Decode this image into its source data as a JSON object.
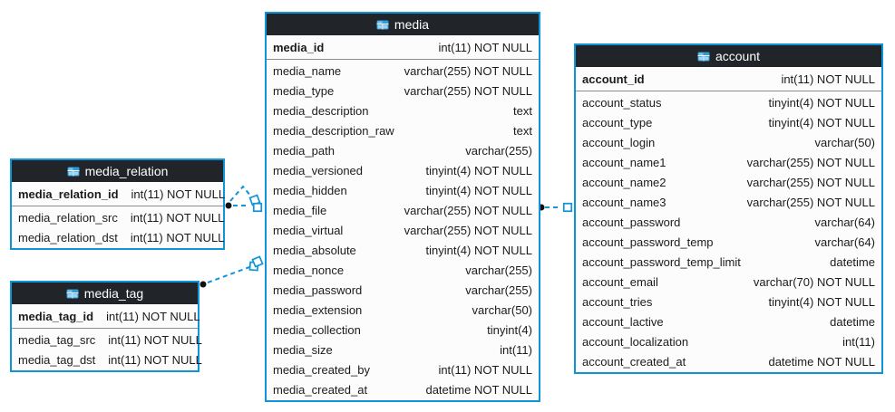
{
  "diagram": {
    "colors": {
      "accent": "#1094d8",
      "header_bg": "#212529",
      "header_text": "#ffffff",
      "row_text": "#1b1b1b",
      "body_bg": "#fcfcfc",
      "divider": "#8d8d8d",
      "dot": "#111111"
    },
    "tables": [
      {
        "title": "media_relation",
        "icon": "table-icon",
        "pk": [
          {
            "name": "media_relation_id",
            "type": "int(11) NOT NULL"
          }
        ],
        "fields": [
          {
            "name": "media_relation_src",
            "type": "int(11) NOT NULL"
          },
          {
            "name": "media_relation_dst",
            "type": "int(11) NOT NULL"
          }
        ]
      },
      {
        "title": "media_tag",
        "icon": "table-icon",
        "pk": [
          {
            "name": "media_tag_id",
            "type": "int(11) NOT NULL"
          }
        ],
        "fields": [
          {
            "name": "media_tag_src",
            "type": "int(11) NOT NULL"
          },
          {
            "name": "media_tag_dst",
            "type": "int(11) NOT NULL"
          }
        ]
      },
      {
        "title": "media",
        "icon": "table-icon",
        "pk": [
          {
            "name": "media_id",
            "type": "int(11) NOT NULL"
          }
        ],
        "fields": [
          {
            "name": "media_name",
            "type": "varchar(255) NOT NULL"
          },
          {
            "name": "media_type",
            "type": "varchar(255) NOT NULL"
          },
          {
            "name": "media_description",
            "type": "text"
          },
          {
            "name": "media_description_raw",
            "type": "text"
          },
          {
            "name": "media_path",
            "type": "varchar(255)"
          },
          {
            "name": "media_versioned",
            "type": "tinyint(4) NOT NULL"
          },
          {
            "name": "media_hidden",
            "type": "tinyint(4) NOT NULL"
          },
          {
            "name": "media_file",
            "type": "varchar(255) NOT NULL"
          },
          {
            "name": "media_virtual",
            "type": "varchar(255) NOT NULL"
          },
          {
            "name": "media_absolute",
            "type": "tinyint(4) NOT NULL"
          },
          {
            "name": "media_nonce",
            "type": "varchar(255)"
          },
          {
            "name": "media_password",
            "type": "varchar(255)"
          },
          {
            "name": "media_extension",
            "type": "varchar(50)"
          },
          {
            "name": "media_collection",
            "type": "tinyint(4)"
          },
          {
            "name": "media_size",
            "type": "int(11)"
          },
          {
            "name": "media_created_by",
            "type": "int(11) NOT NULL"
          },
          {
            "name": "media_created_at",
            "type": "datetime NOT NULL"
          }
        ]
      },
      {
        "title": "account",
        "icon": "table-icon",
        "pk": [
          {
            "name": "account_id",
            "type": "int(11) NOT NULL"
          }
        ],
        "fields": [
          {
            "name": "account_status",
            "type": "tinyint(4) NOT NULL"
          },
          {
            "name": "account_type",
            "type": "tinyint(4) NOT NULL"
          },
          {
            "name": "account_login",
            "type": "varchar(50)"
          },
          {
            "name": "account_name1",
            "type": "varchar(255) NOT NULL"
          },
          {
            "name": "account_name2",
            "type": "varchar(255) NOT NULL"
          },
          {
            "name": "account_name3",
            "type": "varchar(255) NOT NULL"
          },
          {
            "name": "account_password",
            "type": "varchar(64)"
          },
          {
            "name": "account_password_temp",
            "type": "varchar(64)"
          },
          {
            "name": "account_password_temp_limit",
            "type": "datetime"
          },
          {
            "name": "account_email",
            "type": "varchar(70) NOT NULL"
          },
          {
            "name": "account_tries",
            "type": "tinyint(4) NOT NULL"
          },
          {
            "name": "account_lactive",
            "type": "datetime"
          },
          {
            "name": "account_localization",
            "type": "int(11)"
          },
          {
            "name": "account_created_at",
            "type": "datetime NOT NULL"
          }
        ]
      }
    ],
    "relationships": [
      {
        "from": "media_relation",
        "to": "media",
        "line": "dashed",
        "source_marker": "dot",
        "target_marker": "double-diamond"
      },
      {
        "from": "media_tag",
        "to": "media",
        "line": "dashed",
        "source_marker": "dot",
        "target_marker": "double-diamond"
      },
      {
        "from": "media",
        "to": "account",
        "line": "dashed",
        "source_marker": "dot",
        "target_marker": "diamond"
      }
    ]
  }
}
